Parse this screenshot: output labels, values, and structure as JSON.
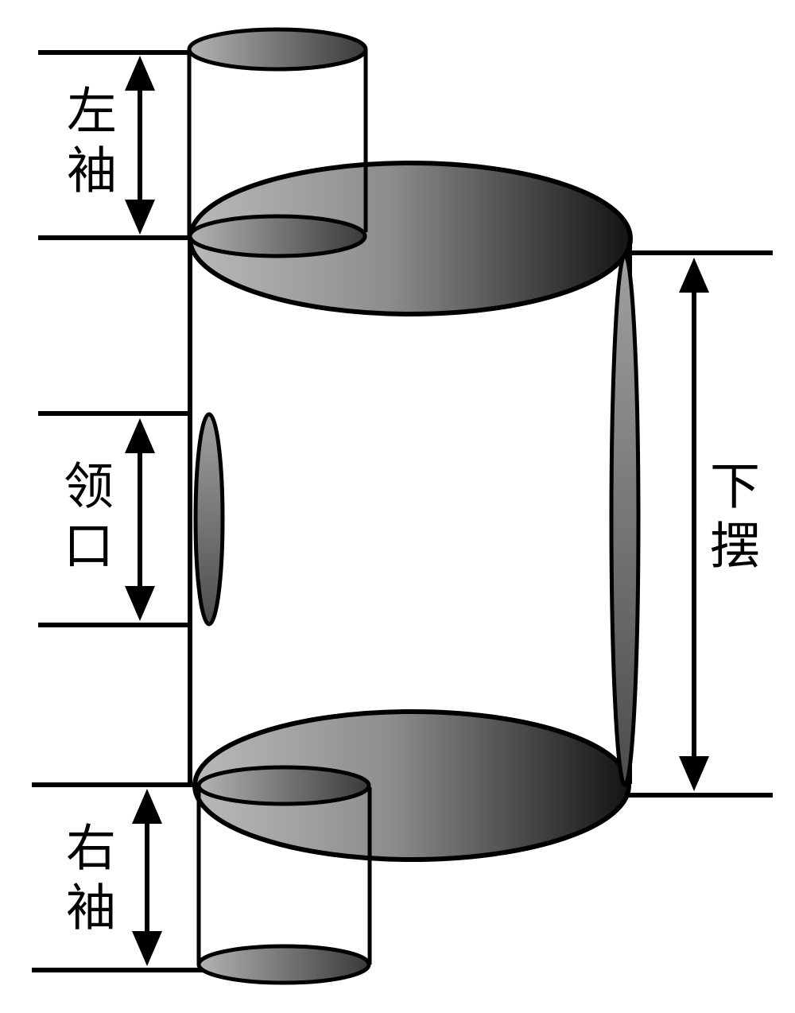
{
  "diagram": {
    "description": "Garment (shirt) represented as cylinders with labeled openings",
    "labels": {
      "left_sleeve": "左袖",
      "neckline": "领口",
      "right_sleeve": "右袖",
      "hem": "下摆"
    },
    "colors": {
      "stroke": "#000000",
      "background": "#ffffff",
      "ellipse_light": "#b9b9b9",
      "ellipse_mid": "#8d8d8d",
      "ellipse_dark": "#141414",
      "hole_light": "#b3b3b3",
      "hole_dark": "#3a3a3a",
      "lens_light": "#a0a0a0",
      "lens_dark": "#4c4c4c"
    }
  }
}
